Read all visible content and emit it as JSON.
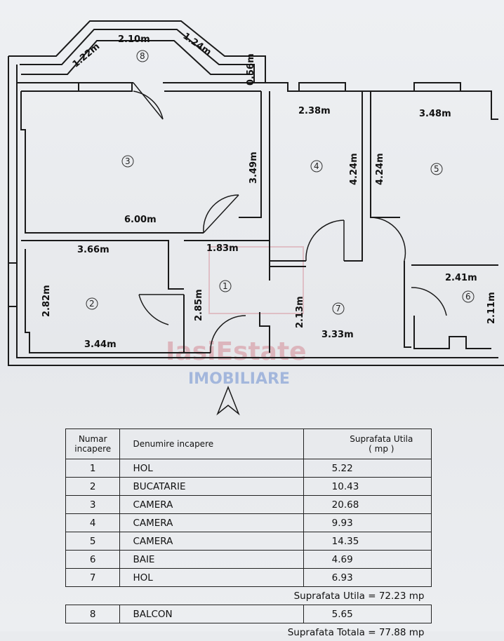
{
  "plan": {
    "rooms": [
      {
        "id": "1",
        "label": "1"
      },
      {
        "id": "2",
        "label": "2"
      },
      {
        "id": "3",
        "label": "3"
      },
      {
        "id": "4",
        "label": "4"
      },
      {
        "id": "5",
        "label": "5"
      },
      {
        "id": "6",
        "label": "6"
      },
      {
        "id": "7",
        "label": "7"
      },
      {
        "id": "8",
        "label": "8"
      }
    ],
    "dimensions": {
      "balcony_left": "1.22m",
      "balcony_mid": "2.10m",
      "balcony_right": "1.24m",
      "balcony_depth": "0.56m",
      "r3_height": "3.49m",
      "r3_width": "6.00m",
      "r4_width": "2.38m",
      "r4_height": "4.24m",
      "r5_width": "3.48m",
      "r5_height": "4.24m",
      "r2_top": "3.66m",
      "r2_height": "2.82m",
      "r2_bottom": "3.44m",
      "r1_width": "1.83m",
      "r1_height": "2.85m",
      "r7_height": "2.13m",
      "r7_width": "3.33m",
      "r6_width": "2.41m",
      "r6_height": "2.11m"
    },
    "watermark": {
      "line1": "IasiEstate",
      "line2": "IMOBILIARE"
    }
  },
  "table": {
    "headers": {
      "col1_line1": "Numar",
      "col1_line2": "incapere",
      "col2": "Denumire    incapere",
      "col3_line1": "Suprafata  Utila",
      "col3_line2": "( mp )"
    },
    "rows": [
      {
        "nr": "1",
        "name": "HOL",
        "area": "5.22"
      },
      {
        "nr": "2",
        "name": "BUCATARIE",
        "area": "10.43"
      },
      {
        "nr": "3",
        "name": "CAMERA",
        "area": "20.68"
      },
      {
        "nr": "4",
        "name": "CAMERA",
        "area": "9.93"
      },
      {
        "nr": "5",
        "name": "CAMERA",
        "area": "14.35"
      },
      {
        "nr": "6",
        "name": "BAIE",
        "area": "4.69"
      },
      {
        "nr": "7",
        "name": "HOL",
        "area": "6.93"
      }
    ],
    "suprafata_utila": "Suprafata  Utila  =   72.23  mp",
    "balcon": {
      "nr": "8",
      "name": "BALCON",
      "area": "5.65"
    },
    "suprafata_totala": "Suprafata  Totala  =   77.88  mp"
  }
}
